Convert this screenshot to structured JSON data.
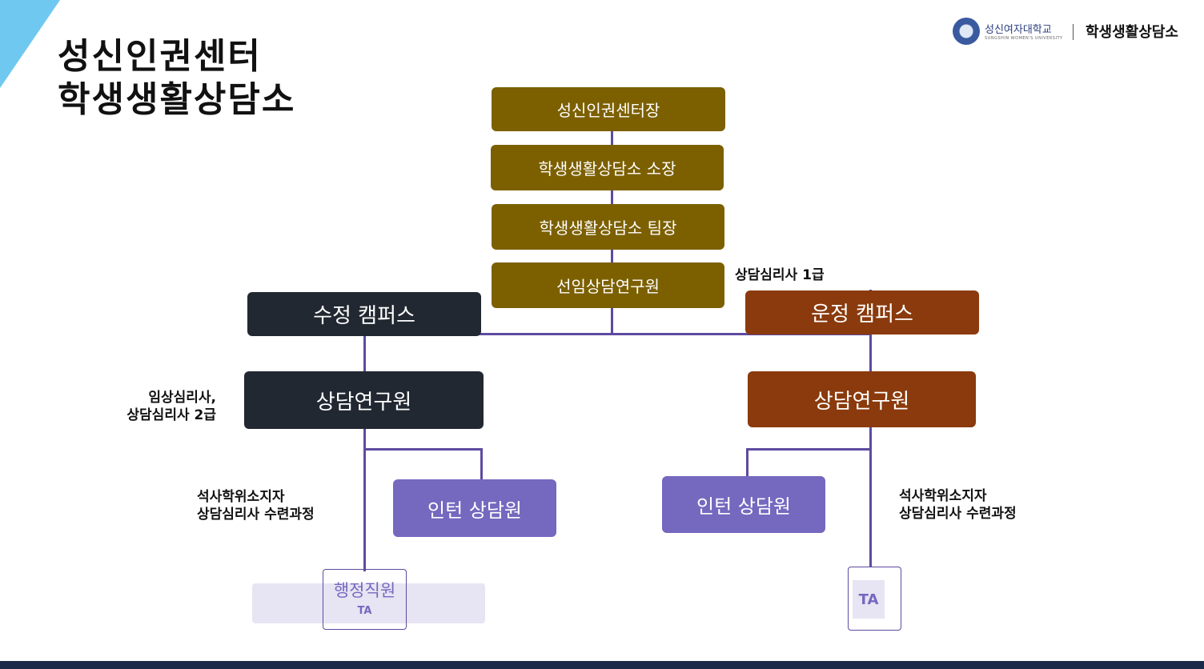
{
  "title": {
    "line1": "성신인권센터",
    "line2": "학생생활상담소"
  },
  "brand": {
    "university": "성신여자대학교",
    "university_en": "SUNGSHIN WOMEN'S UNIVERSITY",
    "center": "학생생활상담소"
  },
  "chain": {
    "director": "성신인권센터장",
    "head": "학생생활상담소 소장",
    "team_lead": "학생생활상담소 팀장",
    "senior": "선임상담연구원"
  },
  "senior_note": "상담심리사 1급",
  "campus": {
    "sujeong": {
      "name": "수정 캠퍼스",
      "researcher": "상담연구원",
      "researcher_note_line1": "임상심리사,",
      "researcher_note_line2": "상담심리사 2급",
      "intern": "인턴 상담원",
      "intern_note_line1": "석사학위소지자",
      "intern_note_line2": "상담심리사 수련과정",
      "staff": "행정직원",
      "ta": "TA"
    },
    "unjeong": {
      "name": "운정 캠퍼스",
      "researcher": "상담연구원",
      "intern": "인턴 상담원",
      "intern_note_line1": "석사학위소지자",
      "intern_note_line2": "상담심리사 수련과정",
      "ta": "TA"
    }
  },
  "colors": {
    "gold": "#7c6000",
    "navy": "#222831",
    "brown": "#8a3a0c",
    "purple": "#7568bf",
    "connector": "#5e4aa0"
  }
}
